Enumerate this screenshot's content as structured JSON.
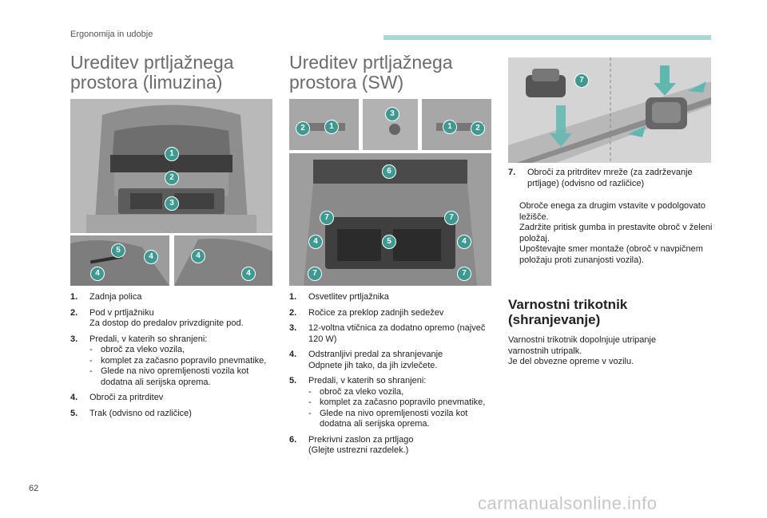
{
  "header": {
    "section": "Ergonomija in udobje",
    "accent_color": "#a8d8d6"
  },
  "left": {
    "title_line1": "Ureditev prtljažnega",
    "title_line2": "prostora (limuzina)",
    "items": [
      {
        "num": "1.",
        "lines": [
          "Zadnja polica"
        ]
      },
      {
        "num": "2.",
        "lines": [
          "Pod v prtljažniku",
          "Za dostop do predalov privzdignite pod."
        ]
      },
      {
        "num": "3.",
        "lines": [
          "Predali, v katerih so shranjeni:"
        ],
        "subs": [
          "obroč za vleko vozila,",
          "komplet za začasno popravilo pnevmatike,",
          "Glede na nivo opremljenosti vozila kot dodatna ali serijska oprema."
        ]
      },
      {
        "num": "4.",
        "lines": [
          "Obroči za pritrditev"
        ]
      },
      {
        "num": "5.",
        "lines": [
          "Trak (odvisno od različice)"
        ]
      }
    ]
  },
  "middle": {
    "title_line1": "Ureditev prtljažnega",
    "title_line2": "prostora (SW)",
    "items": [
      {
        "num": "1.",
        "lines": [
          "Osvetlitev prtljažnika"
        ]
      },
      {
        "num": "2.",
        "lines": [
          "Ročice za preklop zadnjih sedežev"
        ]
      },
      {
        "num": "3.",
        "lines": [
          "12-voltna vtičnica za dodatno opremo (največ 120 W)"
        ]
      },
      {
        "num": "4.",
        "lines": [
          "Odstranljivi predal za shranjevanje",
          "Odpnete jih tako, da jih izvlečete."
        ]
      },
      {
        "num": "5.",
        "lines": [
          "Predali, v katerih so shranjeni:"
        ],
        "subs": [
          "obroč za vleko vozila,",
          "komplet za začasno popravilo pnevmatike,",
          "Glede na nivo opremljenosti vozila kot dodatna ali serijska oprema."
        ]
      },
      {
        "num": "6.",
        "lines": [
          "Prekrivni zaslon za prtljago",
          "(Glejte ustrezni razdelek.)"
        ]
      }
    ]
  },
  "right": {
    "item7": {
      "num": "7.",
      "text": "Obroči za pritrditev mreže (za zadrževanje prtljage) (odvisno od različice)"
    },
    "bullets": [
      "Obroče enega za drugim vstavite v podolgovato ležišče.",
      "Zadržite pritisk gumba in prestavite obroč v želeni položaj.",
      "Upoštevajte smer montaže (obroč v navpičnem položaju proti zunanjosti vozila)."
    ],
    "bullet_glyph": "",
    "section_title_line1": "Varnostni trikotnik",
    "section_title_line2": "(shranjevanje)",
    "para_lines": [
      "Varnostni trikotnik dopolnjuje utripanje",
      "varnostnih utripalk.",
      "Je del obvezne opreme v vozilu."
    ]
  },
  "badges": {
    "l_main": [
      "1",
      "2",
      "3"
    ],
    "l_left": [
      "5",
      "4",
      "4"
    ],
    "l_right": [
      "4",
      "4"
    ],
    "m_small1": [
      "2",
      "1"
    ],
    "m_small2": [
      "3"
    ],
    "m_small3": [
      "1",
      "2"
    ],
    "m_big": [
      "6",
      "7",
      "7",
      "4",
      "5",
      "4",
      "7",
      "7"
    ],
    "r_top": [
      "7"
    ]
  },
  "badge_color": "#3c9a90",
  "page_number": "62",
  "watermark": "carmanualsonline.info"
}
